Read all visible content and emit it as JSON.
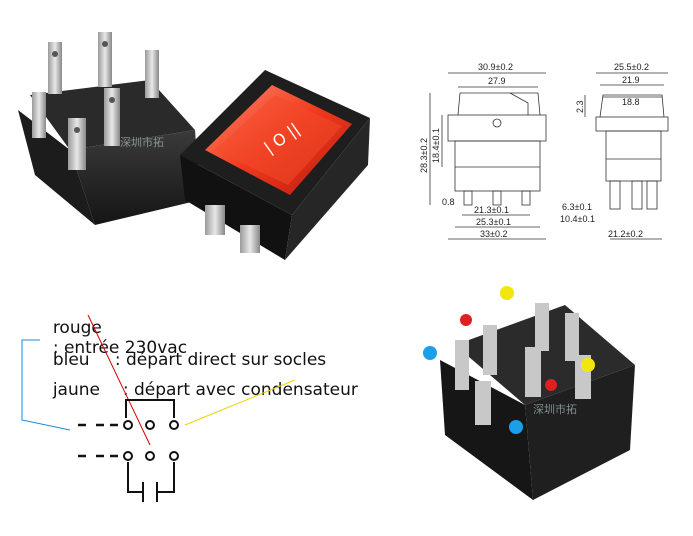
{
  "legend": {
    "rouge_key": "rouge",
    "rouge_val": ": entrée 230vac",
    "bleu_key": "bleu",
    "bleu_val": ": départ direct sur socles",
    "jaune_key": "jaune",
    "jaune_val": ": départ avec condensateur"
  },
  "watermark": "深圳市拓",
  "dimensions_front": {
    "top_outer": "30.9±0.2",
    "top_inner": "27.9",
    "height_outer": "28.3±0.2",
    "height_inner": "18.4±0.1",
    "pin_offset": "0.8",
    "pitch_inner": "21.3±0.1",
    "pitch_outer": "25.3±0.1",
    "bottom": "33±0.2"
  },
  "dimensions_side": {
    "top_outer": "25.5±0.2",
    "top_mid": "21.9",
    "top_inner": "18.8",
    "lip": "2.3",
    "pin_a": "6.3±0.1",
    "pin_b": "10.4±0.1",
    "bottom": "21.2±0.2"
  },
  "switch_face_symbols": "| O ||",
  "colors": {
    "red_wire": "#d40000",
    "blue_wire": "#1a8cd8",
    "yellow_wire": "#e8d400",
    "dot_red": "#e02020",
    "dot_blue": "#1aa0e8",
    "dot_yellow": "#f3e60c"
  }
}
